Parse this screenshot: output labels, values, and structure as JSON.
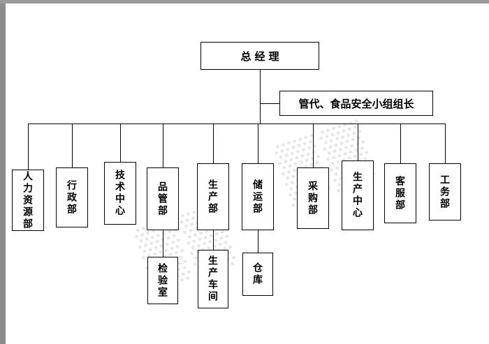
{
  "chart": {
    "type": "org-chart",
    "root": {
      "label": "总经理"
    },
    "representative": {
      "label": "管代、食品安全小组组长"
    },
    "departments": [
      {
        "label": "人力资源部",
        "child": ""
      },
      {
        "label": "行政部",
        "child": ""
      },
      {
        "label": "技术中心",
        "child": ""
      },
      {
        "label": "品管部",
        "child": "检验室"
      },
      {
        "label": "生产部",
        "child": "生产车间"
      },
      {
        "label": "储运部",
        "child": "仓库"
      },
      {
        "label": "采购部",
        "child": ""
      },
      {
        "label": "生产中心",
        "child": ""
      },
      {
        "label": "客服部",
        "child": ""
      },
      {
        "label": "工务部",
        "child": ""
      }
    ],
    "line_color": "#000000",
    "box_fill": "#ffffff"
  }
}
